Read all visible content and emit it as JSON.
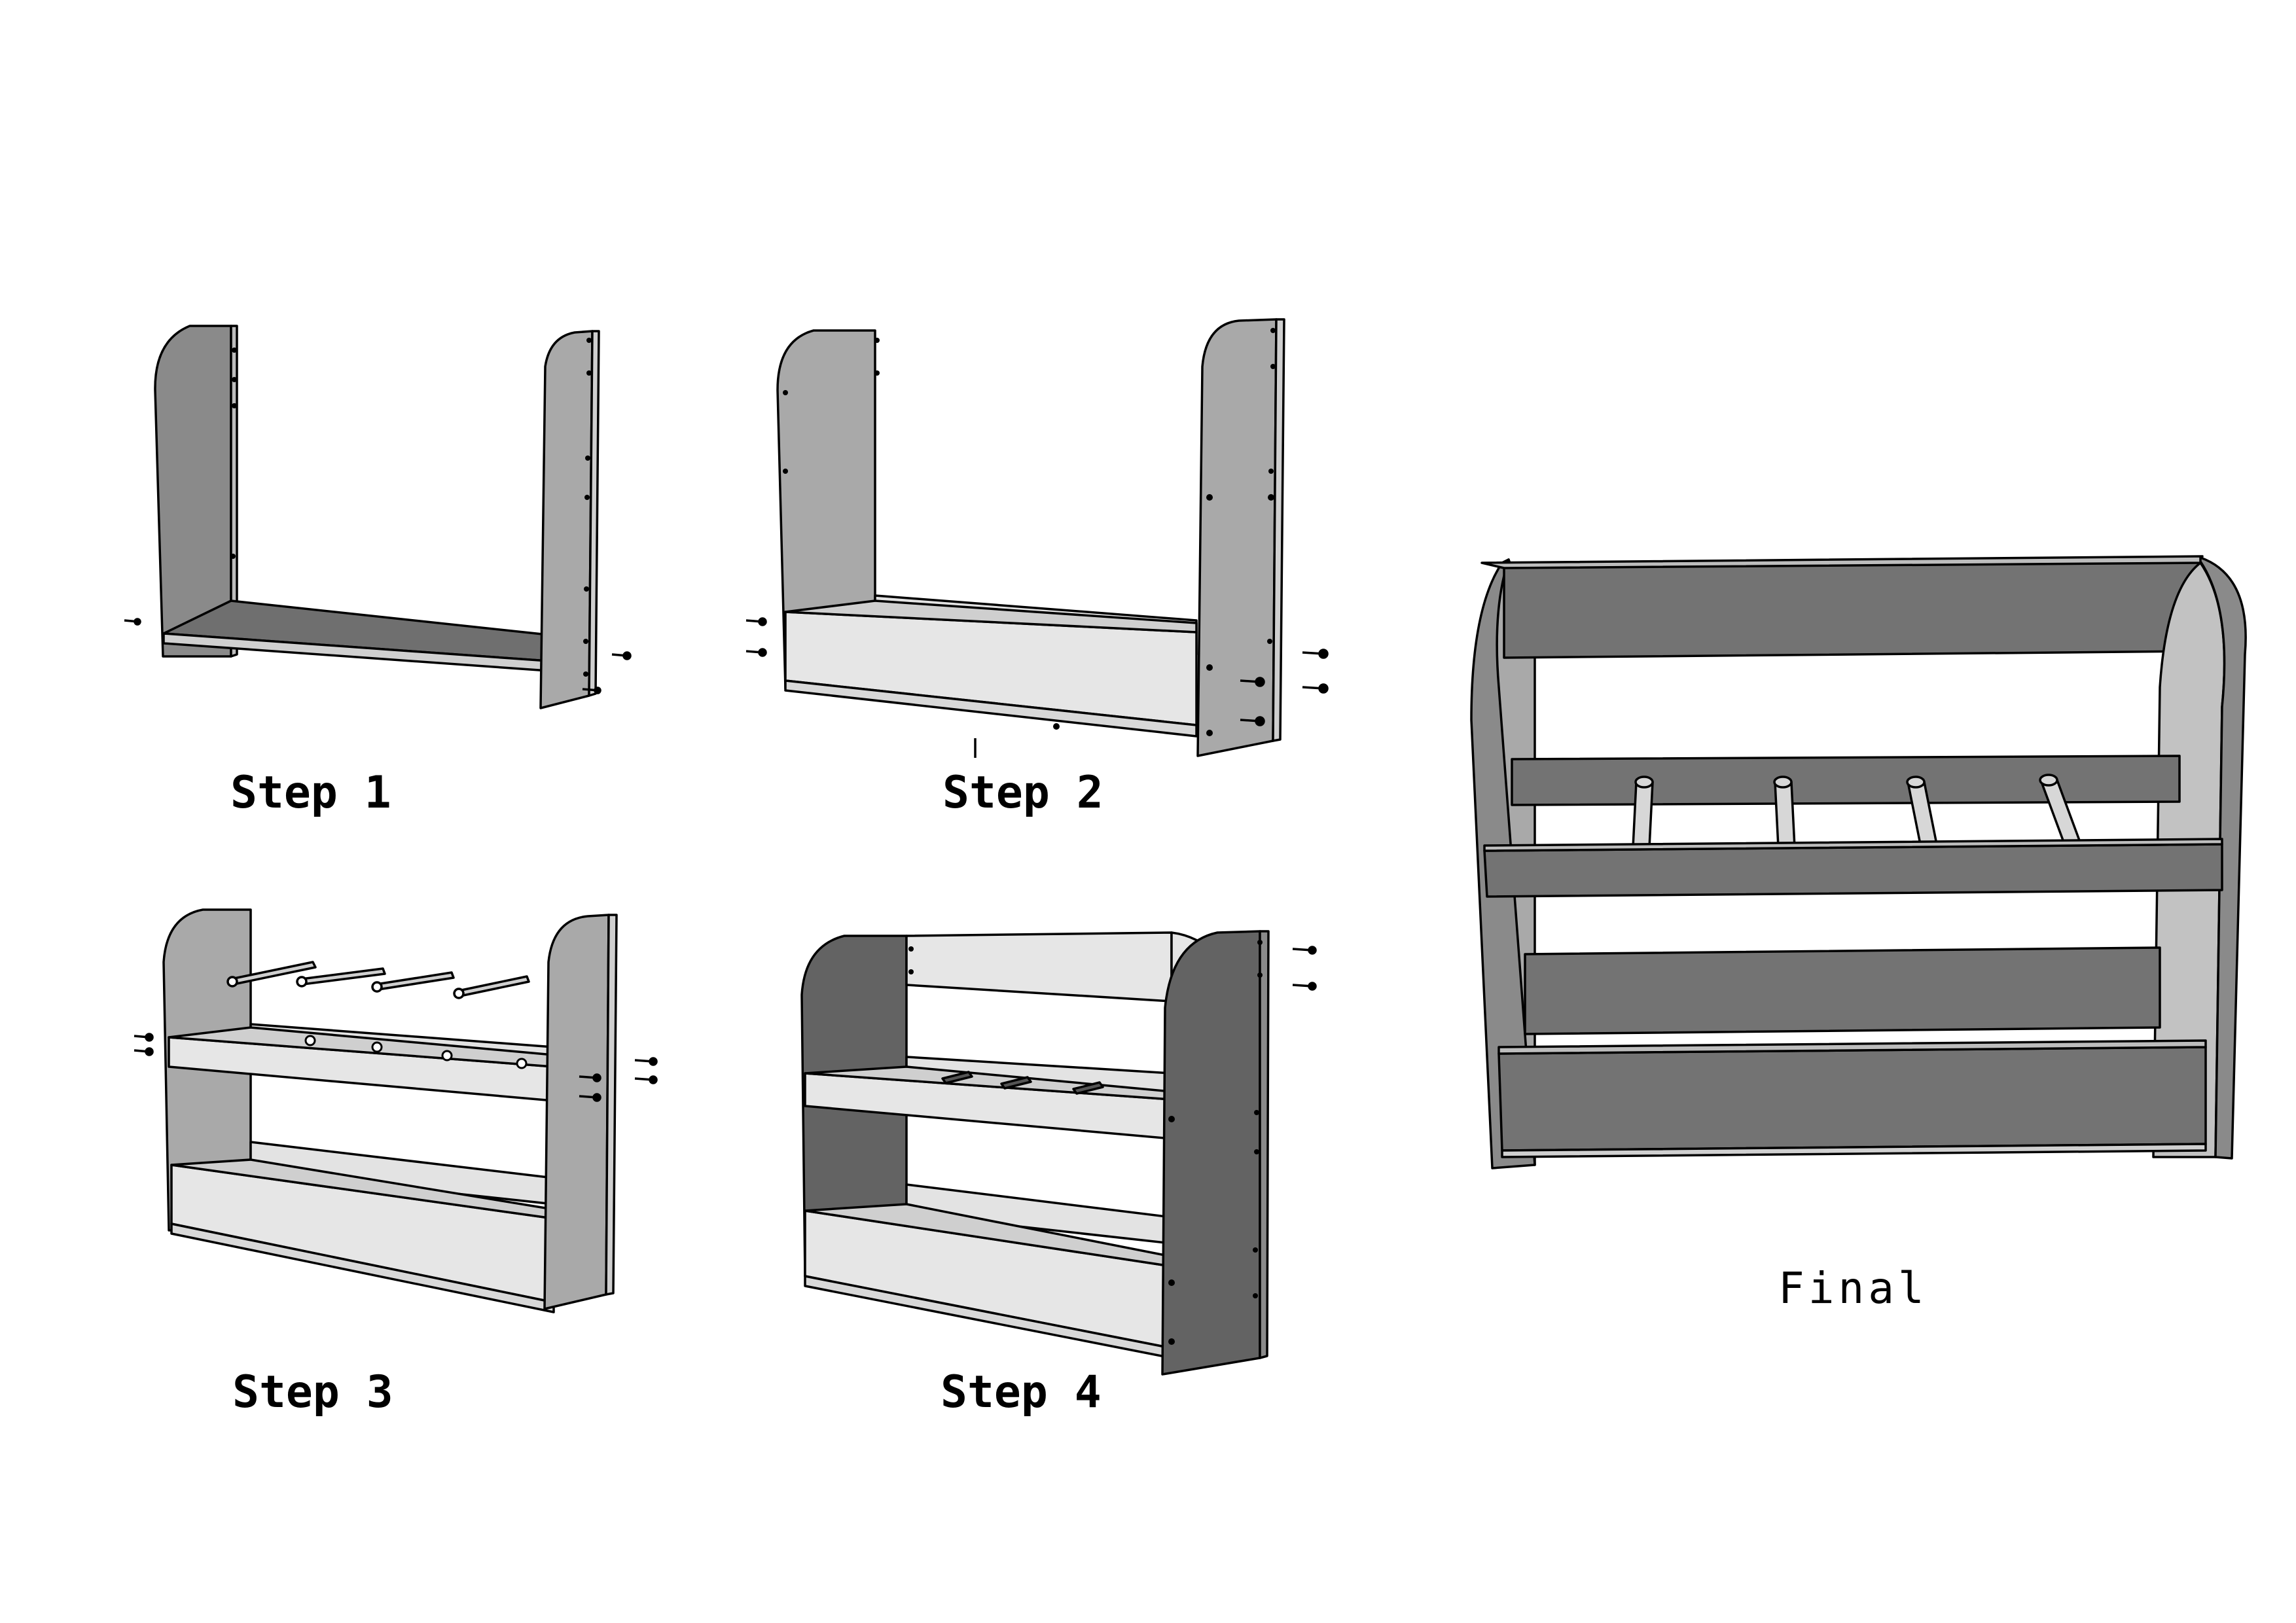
{
  "labels": {
    "step1": "Step 1",
    "step2": "Step 2",
    "step3": "Step 3",
    "step4": "Step 4",
    "final": "Final"
  },
  "colors": {
    "panel_dark": "#636363",
    "panel_mid": "#8a8a8a",
    "panel_light": "#a9a9a9",
    "panel_pale": "#dedede",
    "edge": "#000000",
    "rod": "#d7d7d7",
    "background": "#ffffff"
  }
}
